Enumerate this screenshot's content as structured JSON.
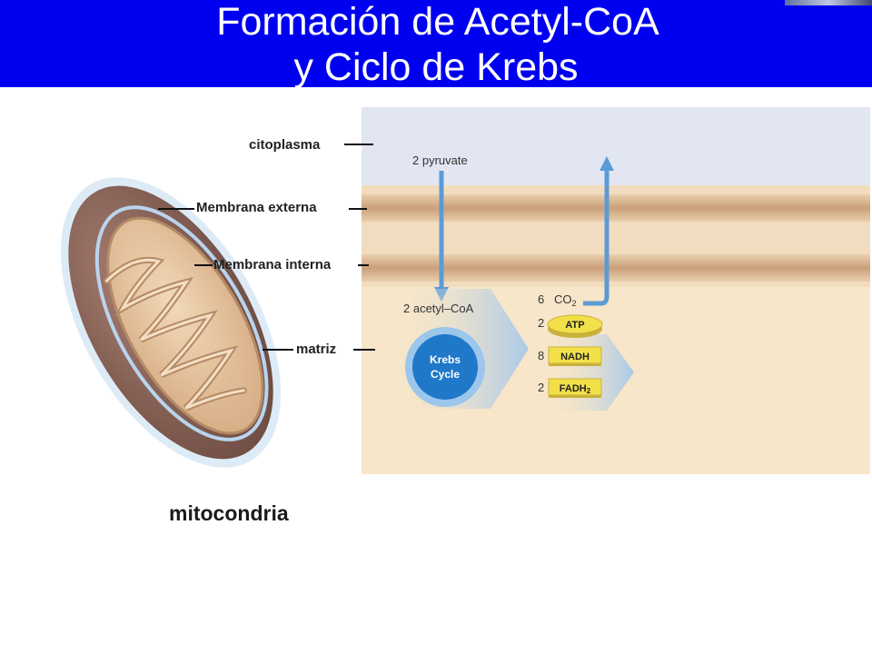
{
  "title": {
    "line1": "Formación de Acetyl-CoA",
    "line2": "y Ciclo de Krebs"
  },
  "labels": {
    "cytoplasm": "citoplasma",
    "outer_membrane": "Membrana externa",
    "inner_membrane": "Membrana interna",
    "matrix": "matriz"
  },
  "caption": "mitocondria",
  "pathway": {
    "pyruvate": "2 pyruvate",
    "acetyl_coa": "2 acetyl–CoA",
    "cycle_line1": "Krebs",
    "cycle_line2": "Cycle",
    "products": [
      {
        "count": "6",
        "name": "CO",
        "sub": "2",
        "boxed": false
      },
      {
        "count": "2",
        "name": "ATP",
        "sub": "",
        "boxed": true
      },
      {
        "count": "8",
        "name": "NADH",
        "sub": "",
        "boxed": true
      },
      {
        "count": "2",
        "name": "FADH",
        "sub": "2",
        "boxed": true
      }
    ]
  },
  "colors": {
    "header": "#0000f0",
    "cytoplasm_bg": "#e2e6f2",
    "matrix_bg": "#f7e6c9",
    "membrane": "#d6b088",
    "arrow_blue": "#5b9bd5",
    "cycle_blue": "#1f78c8",
    "atp_yellow": "#f2e04a"
  }
}
